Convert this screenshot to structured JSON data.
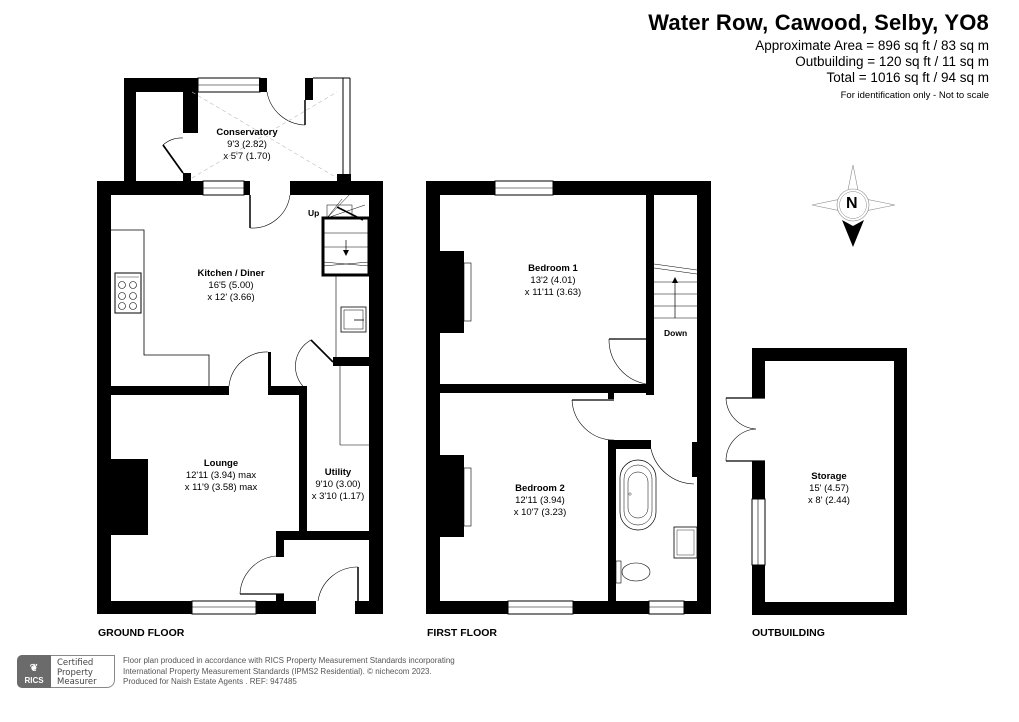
{
  "header": {
    "title": "Water Row, Cawood, Selby, YO8",
    "approx_area": "Approximate Area = 896 sq ft / 83 sq m",
    "outbuilding_area": "Outbuilding = 120 sq ft / 11 sq m",
    "total_area": "Total = 1016 sq ft / 94 sq m",
    "disclaimer": "For identification only - Not to scale"
  },
  "compass": {
    "label": "N",
    "icon": "compass-rose-icon"
  },
  "ground_floor": {
    "label": "GROUND FLOOR",
    "stairs_label": "Up",
    "rooms": {
      "conservatory": {
        "name": "Conservatory",
        "dim1": "9'3 (2.82)",
        "dim2": "x 5'7 (1.70)"
      },
      "kitchen": {
        "name": "Kitchen / Diner",
        "dim1": "16'5 (5.00)",
        "dim2": "x 12' (3.66)"
      },
      "lounge": {
        "name": "Lounge",
        "dim1": "12'11 (3.94) max",
        "dim2": "x 11'9 (3.58) max"
      },
      "utility": {
        "name": "Utility",
        "dim1": "9'10 (3.00)",
        "dim2": "x 3'10 (1.17)"
      }
    }
  },
  "first_floor": {
    "label": "FIRST FLOOR",
    "stairs_label": "Down",
    "rooms": {
      "bedroom1": {
        "name": "Bedroom 1",
        "dim1": "13'2 (4.01)",
        "dim2": "x 11'11 (3.63)"
      },
      "bedroom2": {
        "name": "Bedroom 2",
        "dim1": "12'11 (3.94)",
        "dim2": "x 10'7 (3.23)"
      }
    }
  },
  "outbuilding": {
    "label": "OUTBUILDING",
    "rooms": {
      "storage": {
        "name": "Storage",
        "dim1": "15' (4.57)",
        "dim2": "x 8' (2.44)"
      }
    }
  },
  "footer": {
    "rics_label": "RICS",
    "cert_line1": "Certified",
    "cert_line2": "Property",
    "cert_line3": "Measurer",
    "line1": "Floor plan produced in accordance with RICS Property Measurement Standards incorporating",
    "line2": "International Property Measurement Standards (IPMS2 Residential).   © nichecom 2023.",
    "line3": "Produced for Naish Estate Agents .   REF:  947485"
  }
}
